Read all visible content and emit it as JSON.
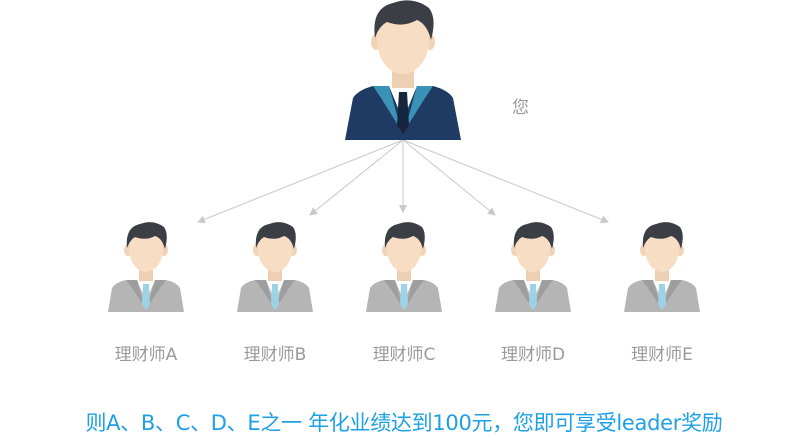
{
  "top_person": {
    "label": "您"
  },
  "advisors": [
    {
      "label": "理财师A"
    },
    {
      "label": "理财师B"
    },
    {
      "label": "理财师C"
    },
    {
      "label": "理财师D"
    },
    {
      "label": "理财师E"
    }
  ],
  "caption": "则A、B、C、D、E之一 年化业绩达到100元，您即可享受leader奖励",
  "colors": {
    "caption": "#1ea0e6",
    "label": "#9a9a9a",
    "arrow": "#c8c8c8",
    "top_suit": "#1f3a63",
    "top_lapel": "#3a93b6",
    "advisor_suit": "#b5b5b5",
    "hair": "#3b3f45",
    "skin": "#f7ddc4"
  },
  "icons": [
    "person-icon"
  ]
}
